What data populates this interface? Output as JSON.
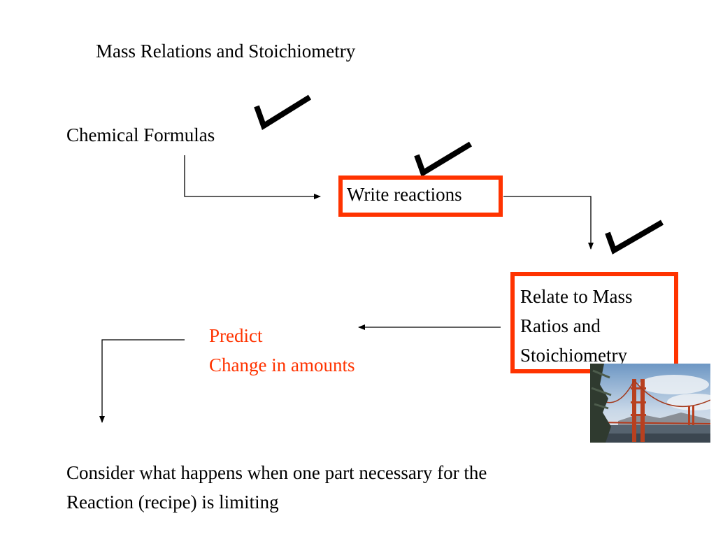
{
  "title": "Mass Relations and Stoichiometry",
  "nodes": {
    "chemical_formulas": "Chemical Formulas",
    "write_reactions": "Write reactions",
    "relate": [
      "Relate to Mass",
      "Ratios and",
      "Stoichiometry"
    ],
    "predict": [
      "Predict",
      "Change in amounts"
    ]
  },
  "conclusion": [
    "Consider what happens when one part necessary for the",
    "Reaction (recipe) is limiting"
  ],
  "colors": {
    "highlight": "#ff3300",
    "text": "#000000"
  },
  "icons": [
    "checkmark-icon",
    "checkmark-icon",
    "checkmark-icon",
    "bridge-photo"
  ]
}
